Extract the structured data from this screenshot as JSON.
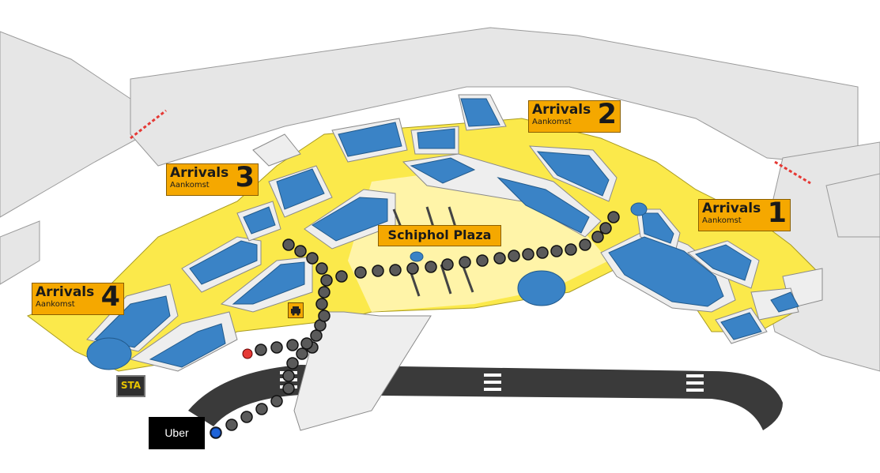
{
  "map": {
    "arrivals": [
      {
        "title": "Arrivals",
        "subtitle": "Aankomst",
        "number": "1"
      },
      {
        "title": "Arrivals",
        "subtitle": "Aankomst",
        "number": "2"
      },
      {
        "title": "Arrivals",
        "subtitle": "Aankomst",
        "number": "3"
      },
      {
        "title": "Arrivals",
        "subtitle": "Aankomst",
        "number": "4"
      }
    ],
    "plaza_label": "Schiphol Plaza",
    "station_label": "STA",
    "pickup_label": "Uber",
    "colors": {
      "floor": "#fbe94b",
      "building_blue": "#3a83c6",
      "building_grey": "#e6e6e6",
      "road": "#3a3a3a",
      "route_dot": "#5a5a5a",
      "start_dot": "#e53935",
      "end_dot": "#1e63d8",
      "label_bg": "#f5a800"
    },
    "icons": [
      "taxi-icon"
    ]
  }
}
